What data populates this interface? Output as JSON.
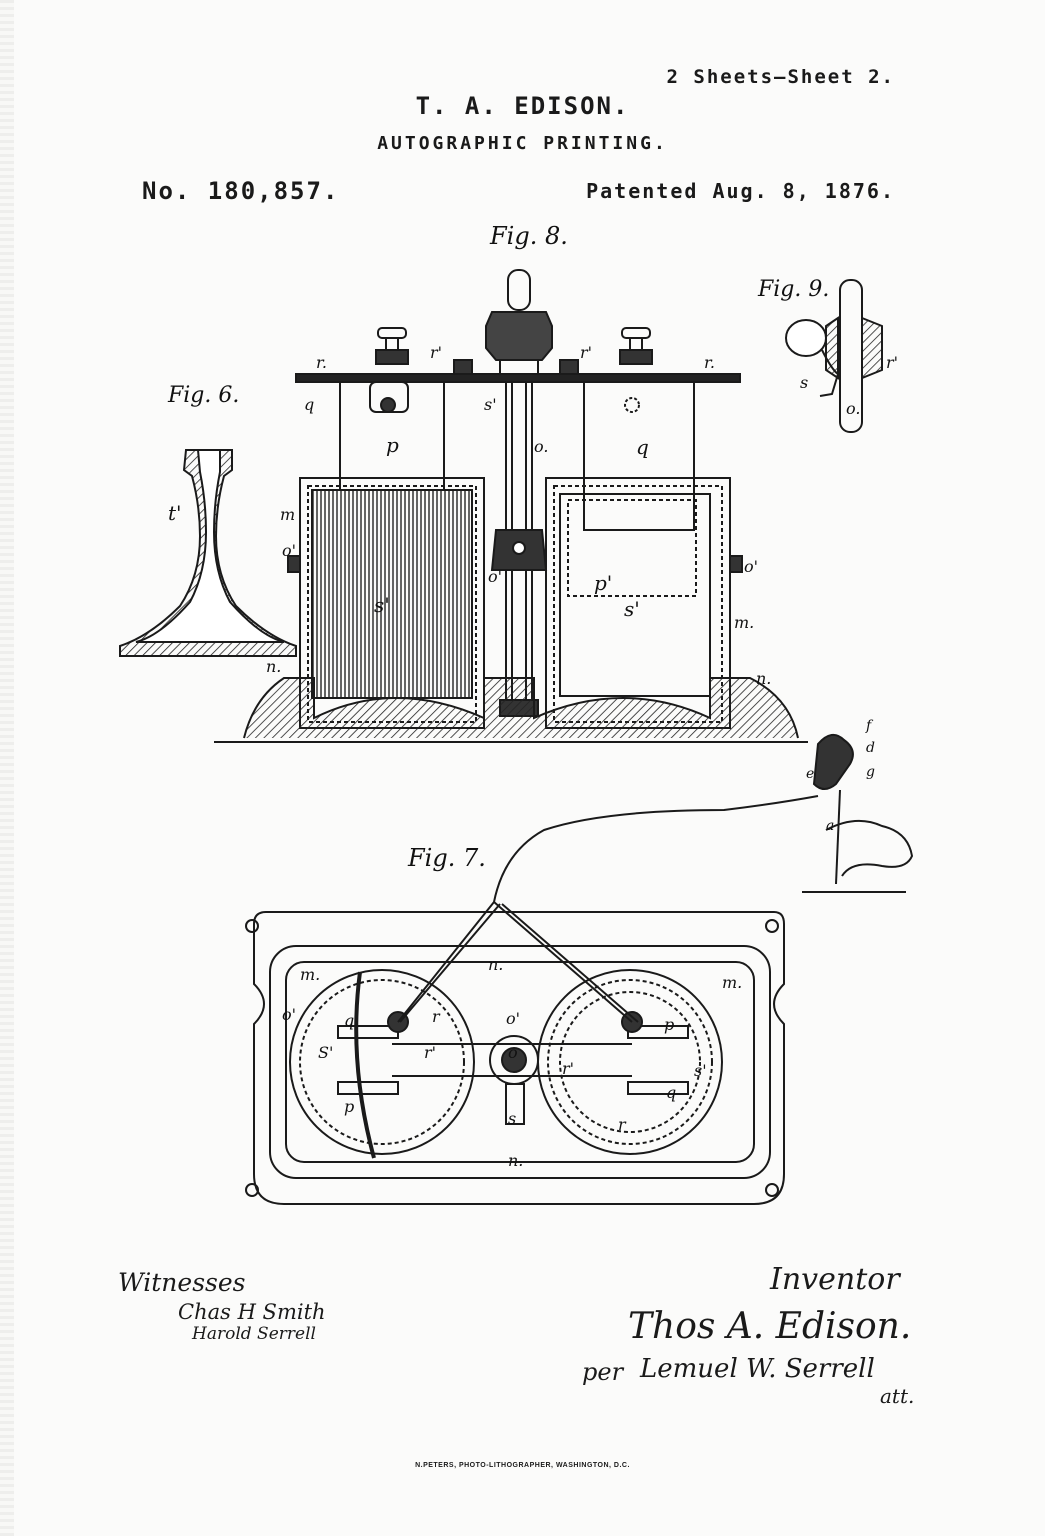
{
  "header": {
    "sheet": "2 Sheets—Sheet 2.",
    "inventor": "T. A. EDISON.",
    "title": "AUTOGRAPHIC PRINTING.",
    "number": "No. 180,857.",
    "patented": "Patented Aug. 8, 1876."
  },
  "figures": {
    "fig8": "Fig. 8.",
    "fig9": "Fig. 9.",
    "fig6": "Fig. 6.",
    "fig7": "Fig. 7."
  },
  "labels": {
    "r": "r.",
    "r_prime": "r'",
    "q": "q",
    "s": "s'",
    "p": "p",
    "o": "o.",
    "t_prime": "t'",
    "m": "m",
    "o_prime": "o'",
    "s_prime": "s'",
    "n": "n.",
    "q2": "q",
    "p2": "p'",
    "s2": "s'",
    "o3": "o'",
    "m2": "m.",
    "n2": "n.",
    "r9": "r'",
    "s9": "s",
    "o9": "o.",
    "f": "f",
    "d": "d",
    "e": "e",
    "g": "g",
    "a": "a",
    "n7": "n.",
    "m7": "m.",
    "m7b": "m.",
    "o7": "o'",
    "o7b": "o'",
    "q7": "q",
    "r7": "r",
    "s7": "S'",
    "r7b": "r'",
    "p7": "p",
    "o7c": "o",
    "s7b": "s",
    "p7b": "p",
    "r7c": "r'",
    "s7c": "s'",
    "q7b": "q",
    "r7d": "r",
    "n7b": "n."
  },
  "footer": {
    "witnesses_label": "Witnesses",
    "witness1": "Chas H Smith",
    "witness2": "Harold Serrell",
    "inventor_label": "Inventor",
    "signature": "Thos A. Edison.",
    "per": "per",
    "attorney": "Lemuel W. Serrell",
    "attorney_abbr": "att.",
    "lithographer": "N.PETERS, PHOTO-LITHOGRAPHER, WASHINGTON, D.C."
  }
}
